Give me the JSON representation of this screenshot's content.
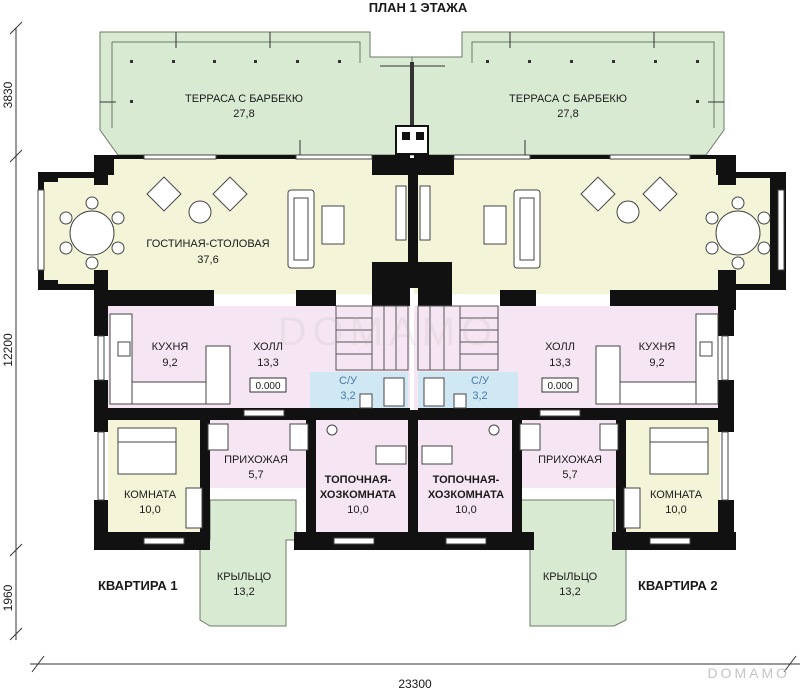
{
  "title": "ПЛАН 1 ЭТАЖА",
  "watermark": "DOMAMO",
  "colors": {
    "terrace": "#d9ead3",
    "living": "#f4f5d8",
    "room_yellow": "#f4f5d8",
    "hall": "#f6e6f3",
    "wet": "#cfe8f4",
    "porch": "#d9ead3",
    "wall": "#111111"
  },
  "dimensions": {
    "top": "3830",
    "middle": "12200",
    "bottom": "1960",
    "width": "23300"
  },
  "apartments": {
    "left": "КВАРТИРА 1",
    "right": "КВАРТИРА 2"
  },
  "rooms": {
    "terrace_l": {
      "name": "ТЕРРАСА С БАРБЕКЮ",
      "area": "27,8"
    },
    "terrace_r": {
      "name": "ТЕРРАСА С БАРБЕКЮ",
      "area": "27,8"
    },
    "living_l": {
      "name": "ГОСТИНАЯ-СТОЛОВАЯ",
      "area": "37,6"
    },
    "kitchen_l": {
      "name": "КУХНЯ",
      "area": "9,2"
    },
    "kitchen_r": {
      "name": "КУХНЯ",
      "area": "9,2"
    },
    "hall_l": {
      "name": "ХОЛЛ",
      "area": "13,3",
      "level": "0.000"
    },
    "hall_r": {
      "name": "ХОЛЛ",
      "area": "13,3",
      "level": "0.000"
    },
    "wc_l": {
      "name": "С/У",
      "area": "3,2"
    },
    "wc_r": {
      "name": "С/У",
      "area": "3,2"
    },
    "entry_l": {
      "name": "ПРИХОЖАЯ",
      "area": "5,7"
    },
    "entry_r": {
      "name": "ПРИХОЖАЯ",
      "area": "5,7"
    },
    "room_l": {
      "name": "КОМНАТА",
      "area": "10,0"
    },
    "room_r": {
      "name": "КОМНАТА",
      "area": "10,0"
    },
    "boiler_l": {
      "name1": "ТОПОЧНАЯ-",
      "name2": "ХОЗКОМНАТА",
      "area": "10,0"
    },
    "boiler_r": {
      "name1": "ТОПОЧНАЯ-",
      "name2": "ХОЗКОМНАТА",
      "area": "10,0"
    },
    "porch_l": {
      "name": "КРЫЛЬЦО",
      "area": "13,2"
    },
    "porch_r": {
      "name": "КРЫЛЬЦО",
      "area": "13,2"
    }
  }
}
